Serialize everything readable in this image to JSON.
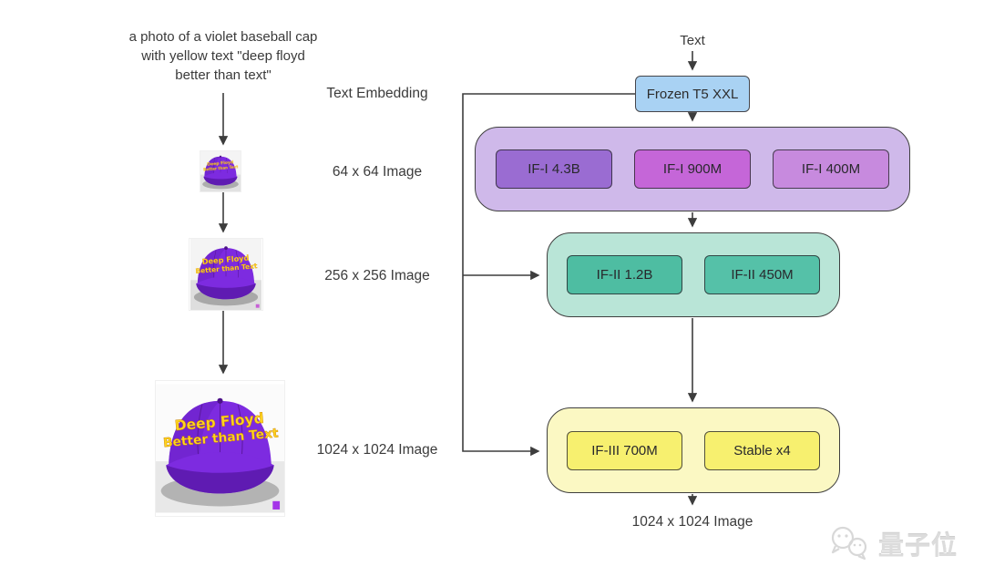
{
  "left_pipeline": {
    "prompt": {
      "line1": "a photo of a violet baseball cap",
      "line2": "with yellow text \"deep floyd",
      "line3": "better than text\""
    },
    "cap_text": {
      "line1": "Deep Floyd",
      "line2": "Better than Text"
    }
  },
  "stage_labels": {
    "text_embedding": "Text Embedding",
    "img64": "64 x 64 Image",
    "img256": "256 x 256 Image",
    "img1024": "1024 x 1024 Image"
  },
  "flowchart": {
    "input_label": "Text",
    "encoder": {
      "label": "Frozen T5 XXL",
      "fill": "#a9d2f3"
    },
    "stages": [
      {
        "name": "stage-I",
        "fill": "#cfb9ea",
        "modules": [
          {
            "label": "IF-I 4.3B",
            "fill": "#9a6cd2"
          },
          {
            "label": "IF-I 900M",
            "fill": "#c566d8"
          },
          {
            "label": "IF-I 400M",
            "fill": "#c78ade"
          }
        ]
      },
      {
        "name": "stage-II",
        "fill": "#b9e5d7",
        "modules": [
          {
            "label": "IF-II 1.2B",
            "fill": "#4ebda2"
          },
          {
            "label": "IF-II 450M",
            "fill": "#55c1a8"
          }
        ]
      },
      {
        "name": "stage-III",
        "fill": "#fbf8c3",
        "modules": [
          {
            "label": "IF-III 700M",
            "fill": "#f7f06f"
          },
          {
            "label": "Stable x4",
            "fill": "#f7f06f"
          }
        ]
      }
    ],
    "output_label": "1024 x 1024 Image"
  },
  "watermark": {
    "brand": "量子位"
  },
  "colors": {
    "arrow": "#3d3d3d",
    "cap_purple": "#7d2be0",
    "cap_brim": "#5f1bb2",
    "cap_text_yellow": "#ffd41f",
    "background": "#ffffff"
  }
}
